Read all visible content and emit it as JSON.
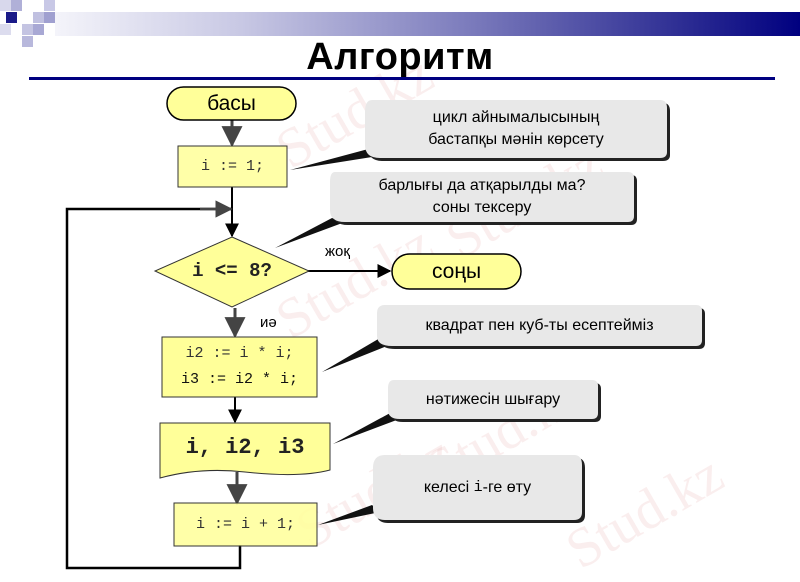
{
  "slide": {
    "title": "Алгоритм",
    "watermark": "Stud.kz"
  },
  "colors": {
    "node_fill": "#ffff99",
    "callout_fill": "#e8e8e8",
    "title_rule": "#000080",
    "band_end": "#000080"
  },
  "flowchart": {
    "start": {
      "label": "басы"
    },
    "init": {
      "code": "i := 1;"
    },
    "condition": {
      "code": "i <= 8?"
    },
    "end": {
      "label": "соңы"
    },
    "branch_no": "жоқ",
    "branch_yes": "иә",
    "compute": {
      "line1": "i2 := i * i;",
      "line2": "i3 := i2 * i;"
    },
    "output": {
      "code": "i, i2, i3"
    },
    "increment": {
      "code": "i := i + 1;"
    }
  },
  "callouts": [
    {
      "line1": "цикл айнымалысының",
      "line2": "бастапқы мәнін көрсету"
    },
    {
      "line1": "барлығы да атқарылды ма?",
      "line2": "соны тексеру"
    },
    {
      "line1": "квадрат пен куб-ты есептейміз"
    },
    {
      "line1": "нәтижесін шығару"
    },
    {
      "prefix": "келесі ",
      "code": "i",
      "suffix": "-ге өту"
    }
  ]
}
